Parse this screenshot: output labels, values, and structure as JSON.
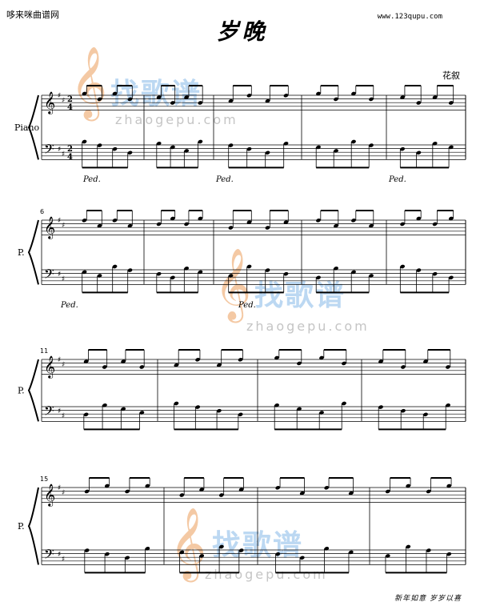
{
  "header": {
    "site_name": "哆来咪曲谱网",
    "site_url": "www.123qupu.com",
    "title": "岁晚",
    "arranger": "花叙"
  },
  "watermark": {
    "chinese": "找歌谱",
    "latin": "zhaogepu.com",
    "clef_glyph": "𝄞"
  },
  "score": {
    "first_system_label": "Piano",
    "short_label": "P.",
    "pedal_mark": "Ped.",
    "treble_clef": "𝄞",
    "bass_clef": "𝄢",
    "time_signature": "2/4",
    "key_sharps": 2,
    "systems": [
      {
        "start_measure": "",
        "measures": 5
      },
      {
        "start_measure": "6",
        "measures": 5
      },
      {
        "start_measure": "11",
        "measures": 4
      },
      {
        "start_measure": "15",
        "measures": 4
      }
    ]
  },
  "footer": {
    "text": "新年如意 岁岁以喜"
  },
  "colors": {
    "ink": "#000000",
    "watermark_blue": "#bcd8f2",
    "watermark_orange": "#f4c9a4",
    "watermark_gray": "#c5c5c5"
  }
}
